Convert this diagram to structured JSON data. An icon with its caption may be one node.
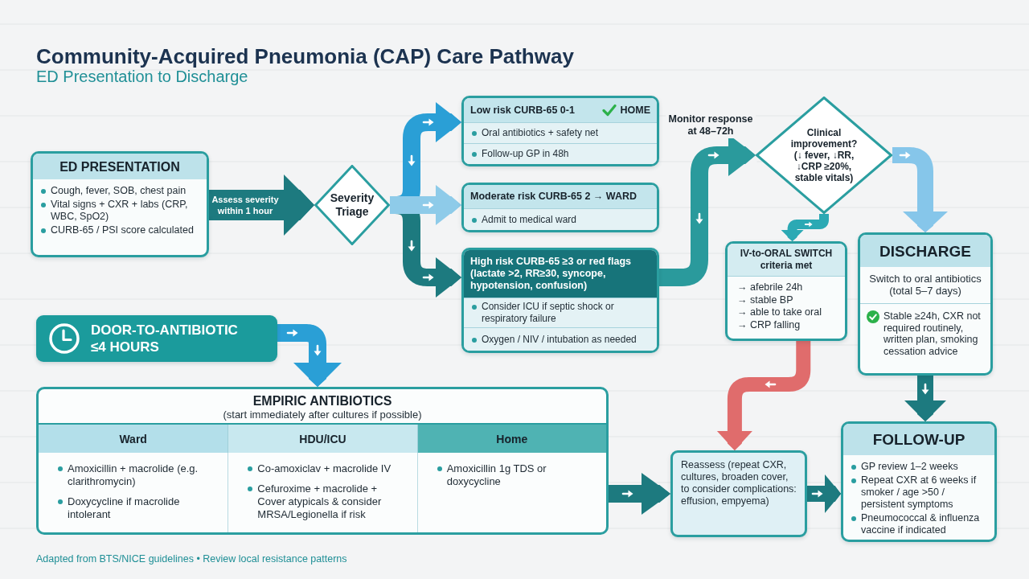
{
  "diagram": {
    "title": "Community-Acquired Pneumonia (CAP) Care Pathway",
    "caption": "Adapted from BTS/NICE guidelines • Review local resistance patterns",
    "nodes": [
      {
        "text": [
          "ED PRESENTATION",
          "Cough, fever, SOB, chest pain",
          "Vital signs + CXR + labs (CRP, WBC, SpO2)",
          "CURB-65 / PSI score calculated"
        ]
      },
      {
        "text": [
          "Severity Triage"
        ]
      },
      {
        "text": [
          "Low risk CURB-65 0-1",
          "HOME",
          "Oral antibiotics + safety net",
          "Follow-up GP in 48h"
        ]
      },
      {
        "text": [
          "Moderate risk CURB-65 2 → WARD",
          "Admit to medical ward"
        ]
      },
      {
        "text": [
          "High risk CURB-65 ≥3 or red flags (lactate >2, RR≥30, syncope, hypotension, confusion)",
          "Consider ICU if septic shock or respiratory failure",
          "Oxygen / NIV / intubation as needed"
        ]
      },
      {
        "text": [
          "Clinical improvement? (↓ fever, ↓RR, ↓CRP ≥20%, stable vitals)"
        ]
      },
      {
        "text": [
          "IV-to-ORAL SWITCH criteria met",
          "→ afebrile 24h",
          "→ stable BP",
          "→ able to take oral",
          "→ CRP falling"
        ]
      },
      {
        "text": [
          "DISCHARGE",
          "Switch to oral antibiotics (total 5–7 days)",
          "Stable ≥24h, CXR not required routinely, written plan, smoking cessation advice"
        ]
      },
      {
        "text": [
          "DOOR-TO-ANTIBIOTIC ≤4 HOURS"
        ]
      },
      {
        "text": [
          "EMPIRIC ANTIBIOTICS",
          "(start immediately after cultures if possible)"
        ]
      },
      {
        "text": [
          "Reassess (repeat CXR, cultures, broaden cover, to consider complications: effusion, empyema)"
        ]
      },
      {
        "text": [
          "FOLLOW-UP",
          "GP review 1–2 weeks",
          "Repeat CXR at 6 weeks if smoker / age >50 / persistent symptoms",
          "Pneumococcal & influenza vaccine if indicated"
        ]
      }
    ],
    "edges": [
      {
        "from": 0,
        "to": 1,
        "arrow": "to",
        "label": "Assess severity within 1 hour"
      },
      {
        "from": 1,
        "to": 2,
        "arrow": "to",
        "color": "#2a9fd6"
      },
      {
        "from": 1,
        "to": 3,
        "arrow": "to",
        "color": "#8ecbe9"
      },
      {
        "from": 1,
        "to": 4,
        "arrow": "to"
      },
      {
        "from": 4,
        "to": 5,
        "arrow": "to",
        "label": "Monitor response at 48–72h",
        "color": "#2a9a9c"
      },
      {
        "from": 5,
        "to": 6,
        "arrow": "to",
        "color": "#2ba9b4"
      },
      {
        "from": 5,
        "to": 7,
        "arrow": "to",
        "color": "#86c6ea"
      },
      {
        "from": 8,
        "to": 9,
        "arrow": "to",
        "color": "#2a9fd6"
      },
      {
        "from": 9,
        "to": 10,
        "arrow": "to"
      },
      {
        "from": 6,
        "to": 10,
        "arrow": "to",
        "color": "#e06c6c"
      },
      {
        "from": 10,
        "to": 11,
        "arrow": "to"
      },
      {
        "from": 7,
        "to": 11,
        "arrow": "to"
      }
    ],
    "labels": [
      "ED Presentation to Discharge",
      "Ward",
      "HDU/ICU",
      "Home",
      "Amoxicillin + macrolide (e.g. clarithromycin)",
      "Doxycycline if macrolide intolerant",
      "Co-amoxiclav + macrolide IV",
      "Cefuroxime + macrolide + Cover atypicals & consider MRSA/Legionella if risk",
      "Amoxicillin 1g TDS or doxycycline"
    ]
  }
}
